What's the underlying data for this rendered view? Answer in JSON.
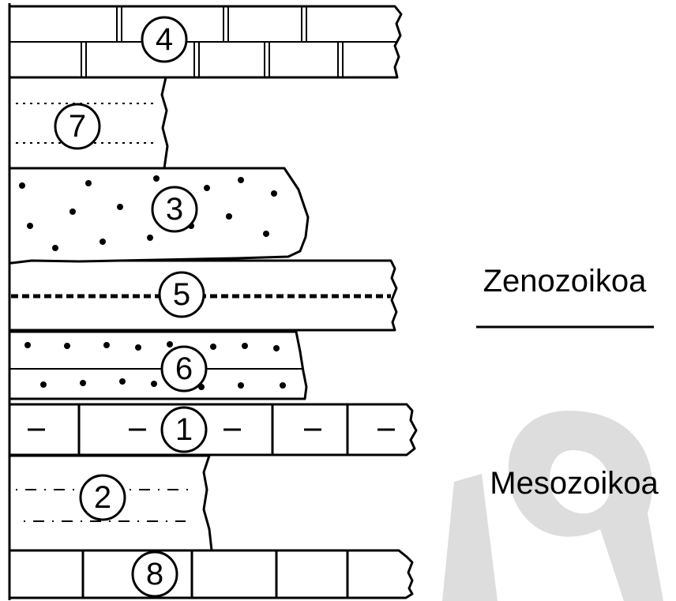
{
  "figure": {
    "layers": [
      {
        "id": "4",
        "label": "4",
        "lithology": "dolomite"
      },
      {
        "id": "7",
        "label": "7",
        "lithology": "siltstone"
      },
      {
        "id": "3",
        "label": "3",
        "lithology": "conglomerate"
      },
      {
        "id": "5",
        "label": "5",
        "lithology": "sandstone-with-heavy-dotted-band"
      },
      {
        "id": "6",
        "label": "6",
        "lithology": "sandstone"
      },
      {
        "id": "1",
        "label": "1",
        "lithology": "marl-limestone"
      },
      {
        "id": "2",
        "label": "2",
        "lithology": "shale-siltstone"
      },
      {
        "id": "8",
        "label": "8",
        "lithology": "limestone"
      }
    ],
    "eras": {
      "upper": "Zenozoikoa",
      "lower": "Mesozoikoa"
    },
    "watermark": "19"
  }
}
